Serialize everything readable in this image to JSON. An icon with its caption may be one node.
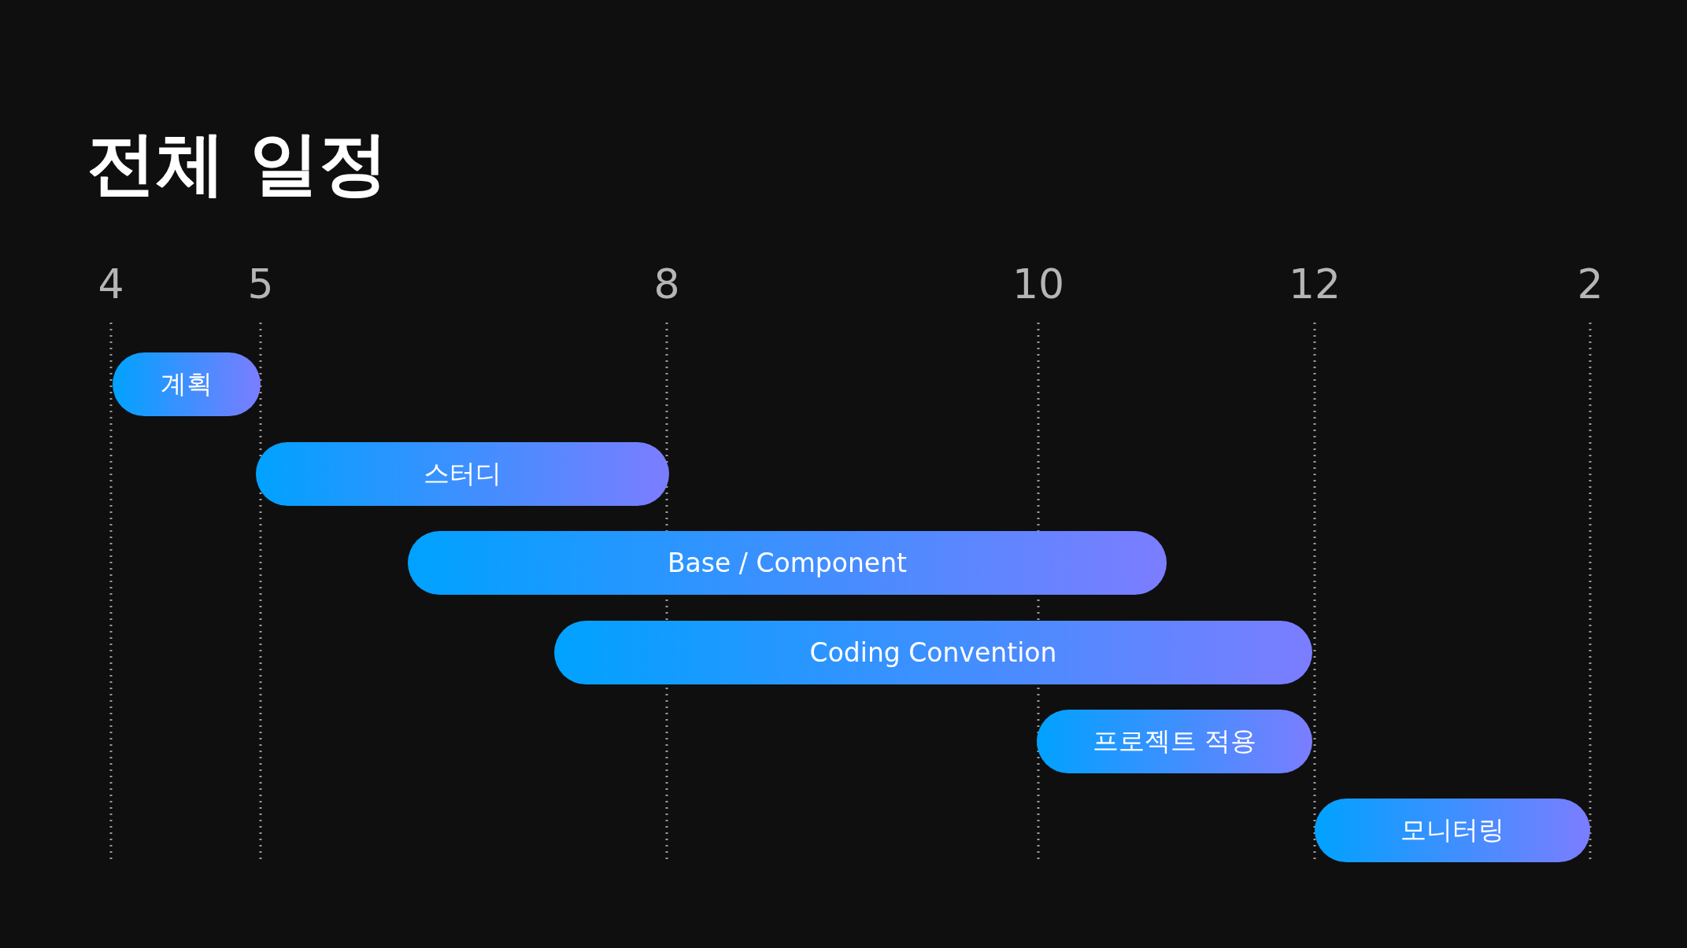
{
  "diagram": {
    "title": "전체 일정",
    "nodes": [
      {
        "text": [
          "계획"
        ]
      },
      {
        "text": [
          "스터디"
        ]
      },
      {
        "text": [
          "Base / Component"
        ]
      },
      {
        "text": [
          "Coding Convention"
        ]
      },
      {
        "text": [
          "프로젝트 적용"
        ]
      },
      {
        "text": [
          "모니터링"
        ]
      }
    ],
    "edges": [],
    "labels": [
      "4",
      "5",
      "8",
      "10",
      "12",
      "2"
    ]
  }
}
